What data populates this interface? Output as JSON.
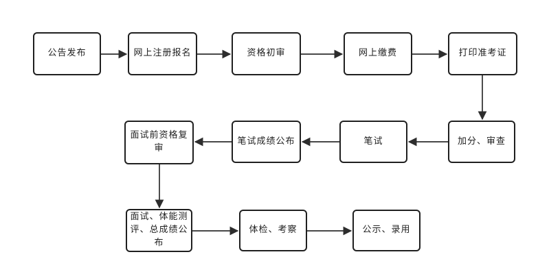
{
  "flowchart": {
    "type": "flowchart",
    "background_color": "#ffffff",
    "node_fill_color": "#ffffff",
    "node_border_color": "#1f1f1f",
    "arrow_color": "#2d2d2d",
    "text_color": "#1f1f1f",
    "nodes": [
      {
        "id": "announcement-release",
        "label": "公告发布"
      },
      {
        "id": "online-registration",
        "label": "网上注册报名"
      },
      {
        "id": "qualification-initial-review",
        "label": "资格初审"
      },
      {
        "id": "online-payment",
        "label": "网上缴费"
      },
      {
        "id": "print-admission-ticket",
        "label": "打印准考证"
      },
      {
        "id": "bonus-points-review",
        "label": "加分、审查"
      },
      {
        "id": "written-exam",
        "label": "笔试"
      },
      {
        "id": "written-exam-results-announcement",
        "label": "笔试成绩公布"
      },
      {
        "id": "pre-interview-qualification-recheck",
        "label": "面试前资格复\n审"
      },
      {
        "id": "interview-fitness-total-score",
        "label": "面试、体能测\n评、总成绩公\n布"
      },
      {
        "id": "physical-exam-inspection",
        "label": "体检、考察"
      },
      {
        "id": "public-announcement-hiring",
        "label": "公示、录用"
      }
    ],
    "edges": [
      {
        "from": "announcement-release",
        "to": "online-registration"
      },
      {
        "from": "online-registration",
        "to": "qualification-initial-review"
      },
      {
        "from": "qualification-initial-review",
        "to": "online-payment"
      },
      {
        "from": "online-payment",
        "to": "print-admission-ticket"
      },
      {
        "from": "print-admission-ticket",
        "to": "bonus-points-review"
      },
      {
        "from": "bonus-points-review",
        "to": "written-exam"
      },
      {
        "from": "written-exam",
        "to": "written-exam-results-announcement"
      },
      {
        "from": "written-exam-results-announcement",
        "to": "pre-interview-qualification-recheck"
      },
      {
        "from": "pre-interview-qualification-recheck",
        "to": "interview-fitness-total-score"
      },
      {
        "from": "interview-fitness-total-score",
        "to": "physical-exam-inspection"
      },
      {
        "from": "physical-exam-inspection",
        "to": "public-announcement-hiring"
      }
    ]
  }
}
